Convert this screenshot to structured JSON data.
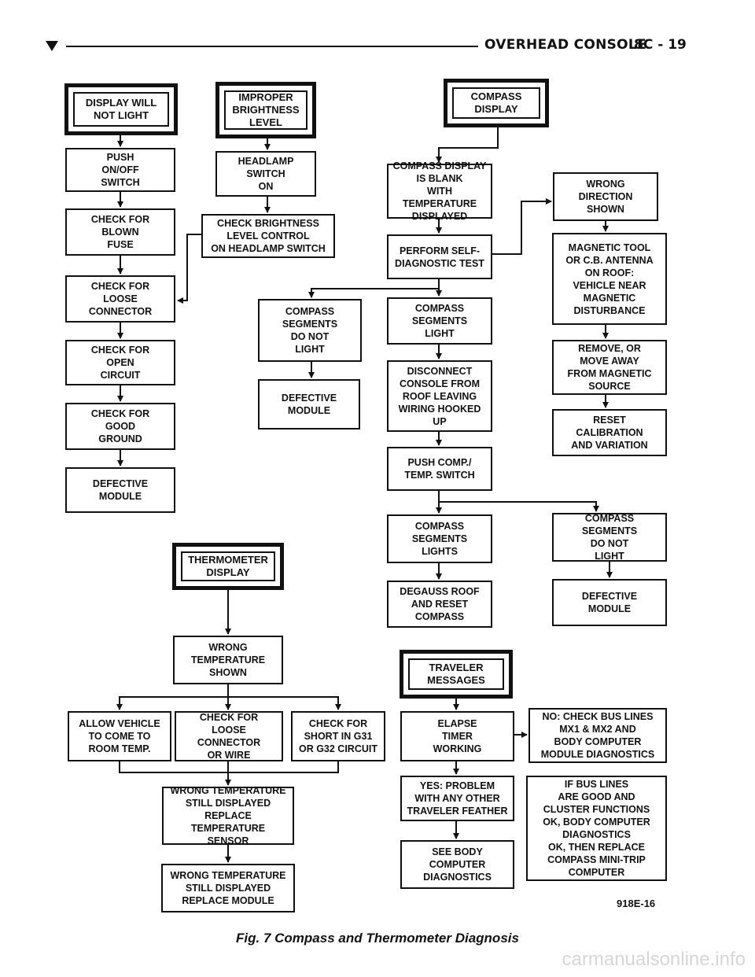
{
  "header": {
    "title": "OVERHEAD CONSOLE",
    "page": "8C - 19"
  },
  "display_will_not_light": {
    "title": "DISPLAY WILL\nNOT LIGHT",
    "steps": [
      "PUSH\nON/OFF\nSWITCH",
      "CHECK FOR\nBLOWN\nFUSE",
      "CHECK FOR\nLOOSE\nCONNECTOR",
      "CHECK FOR\nOPEN\nCIRCUIT",
      "CHECK FOR\nGOOD\nGROUND",
      "DEFECTIVE\nMODULE"
    ]
  },
  "improper_brightness": {
    "title": "IMPROPER\nBRIGHTNESS\nLEVEL",
    "steps": [
      "HEADLAMP\nSWITCH\nON",
      "CHECK BRIGHTNESS\nLEVEL CONTROL\nON HEADLAMP SWITCH"
    ]
  },
  "compass_display": {
    "title": "COMPASS\nDISPLAY",
    "blank": "COMPASS DISPLAY\nIS BLANK\nWITH TEMPERATURE\nDISPLAYED",
    "self_test": "PERFORM SELF-\nDIAGNOSTIC TEST",
    "segments_not_light": "COMPASS\nSEGMENTS\nDO NOT\nLIGHT",
    "defective_module_a": "DEFECTIVE\nMODULE",
    "segments_light": "COMPASS\nSEGMENTS\nLIGHT",
    "disconnect": "DISCONNECT\nCONSOLE FROM\nROOF LEAVING\nWIRING HOOKED\nUP",
    "push_switch": "PUSH COMP./\nTEMP. SWITCH",
    "segments_lights": "COMPASS\nSEGMENTS\nLIGHTS",
    "degauss": "DEGAUSS ROOF\nAND RESET\nCOMPASS",
    "segments_not_light_b": "COMPASS\nSEGMENTS\nDO NOT\nLIGHT",
    "defective_module_b": "DEFECTIVE\nMODULE",
    "wrong_direction": "WRONG\nDIRECTION\nSHOWN",
    "magnetic": "MAGNETIC TOOL\nOR C.B. ANTENNA\nON ROOF:\nVEHICLE NEAR\nMAGNETIC\nDISTURBANCE",
    "remove": "REMOVE, OR\nMOVE AWAY\nFROM MAGNETIC\nSOURCE",
    "reset": "RESET\nCALIBRATION\nAND VARIATION"
  },
  "thermometer_display": {
    "title": "THERMOMETER\nDISPLAY",
    "wrong_temp": "WRONG\nTEMPERATURE\nSHOWN",
    "allow": "ALLOW VEHICLE\nTO COME TO\nROOM TEMP.",
    "loose": "CHECK FOR\nLOOSE CONNECTOR\nOR WIRE",
    "short": "CHECK FOR\nSHORT IN G31\nOR G32 CIRCUIT",
    "replace_sensor": "WRONG TEMPERATURE\nSTILL DISPLAYED\nREPLACE TEMPERATURE\nSENSOR",
    "replace_module": "WRONG TEMPERATURE\nSTILL DISPLAYED\nREPLACE MODULE"
  },
  "traveler_messages": {
    "title": "TRAVELER\nMESSAGES",
    "elapse": "ELAPSE\nTIMER\nWORKING",
    "no_check": "NO: CHECK BUS LINES\nMX1 & MX2 AND\nBODY COMPUTER\nMODULE DIAGNOSTICS",
    "yes_problem": "YES: PROBLEM\nWITH ANY OTHER\nTRAVELER FEATHER",
    "see_body": "SEE BODY\nCOMPUTER\nDIAGNOSTICS",
    "if_bus": "IF BUS LINES\nARE GOOD AND\nCLUSTER FUNCTIONS\nOK, BODY COMPUTER\nDIAGNOSTICS\nOK, THEN REPLACE\nCOMPASS MINI-TRIP\nCOMPUTER"
  },
  "figure_id": "918E-16",
  "caption": "Fig. 7 Compass and Thermometer Diagnosis",
  "watermark": "carmanualsonline.info"
}
